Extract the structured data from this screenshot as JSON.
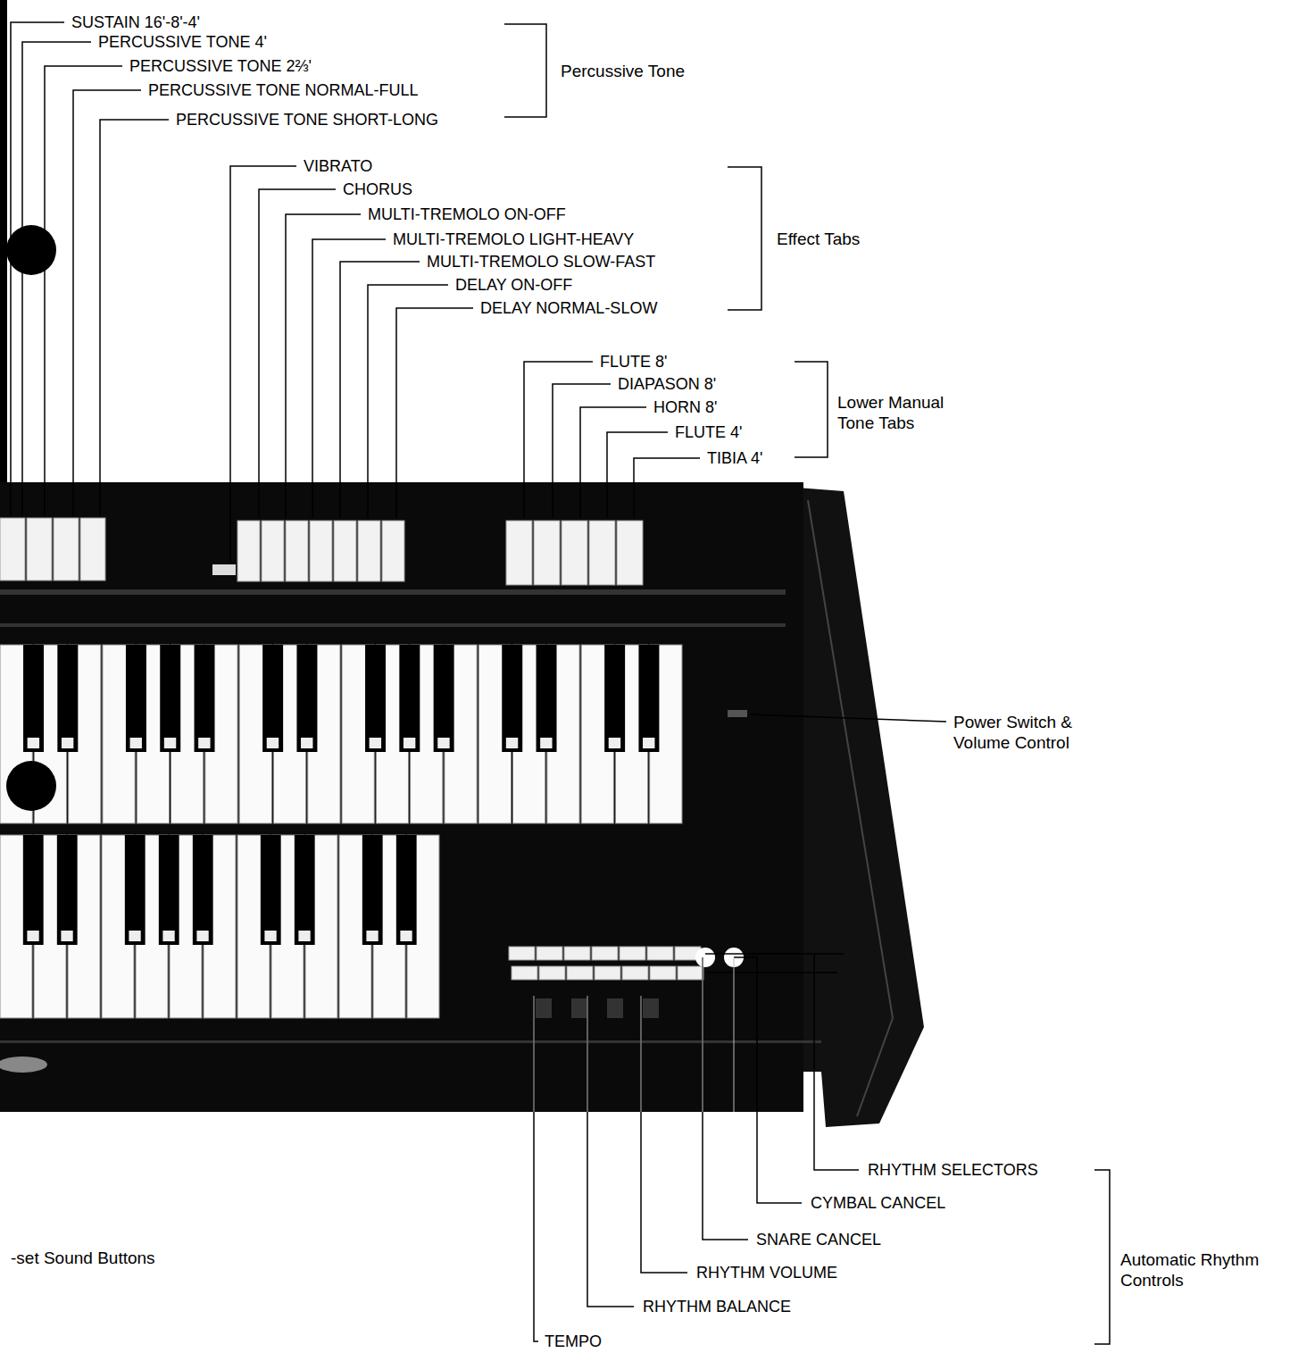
{
  "diagram": {
    "labels": [
      "SUSTAIN 16'-8'-4'",
      "PERCUSSIVE TONE 4'",
      "PERCUSSIVE TONE 2⅔'",
      "PERCUSSIVE TONE NORMAL-FULL",
      "PERCUSSIVE TONE SHORT-LONG",
      "Percussive Tone",
      "VIBRATO",
      "CHORUS",
      "MULTI-TREMOLO ON-OFF",
      "MULTI-TREMOLO LIGHT-HEAVY",
      "MULTI-TREMOLO SLOW-FAST",
      "DELAY ON-OFF",
      "DELAY NORMAL-SLOW",
      "Effect Tabs",
      "FLUTE 8'",
      "DIAPASON 8'",
      "HORN 8'",
      "FLUTE 4'",
      "TIBIA 4'",
      "Lower Manual Tone Tabs",
      "Power Switch & Volume Control",
      "RHYTHM SELECTORS",
      "CYMBAL CANCEL",
      "SNARE CANCEL",
      "RHYTHM VOLUME",
      "RHYTHM BALANCE",
      "TEMPO",
      "Automatic Rhythm Controls",
      "-set Sound Buttons"
    ]
  }
}
